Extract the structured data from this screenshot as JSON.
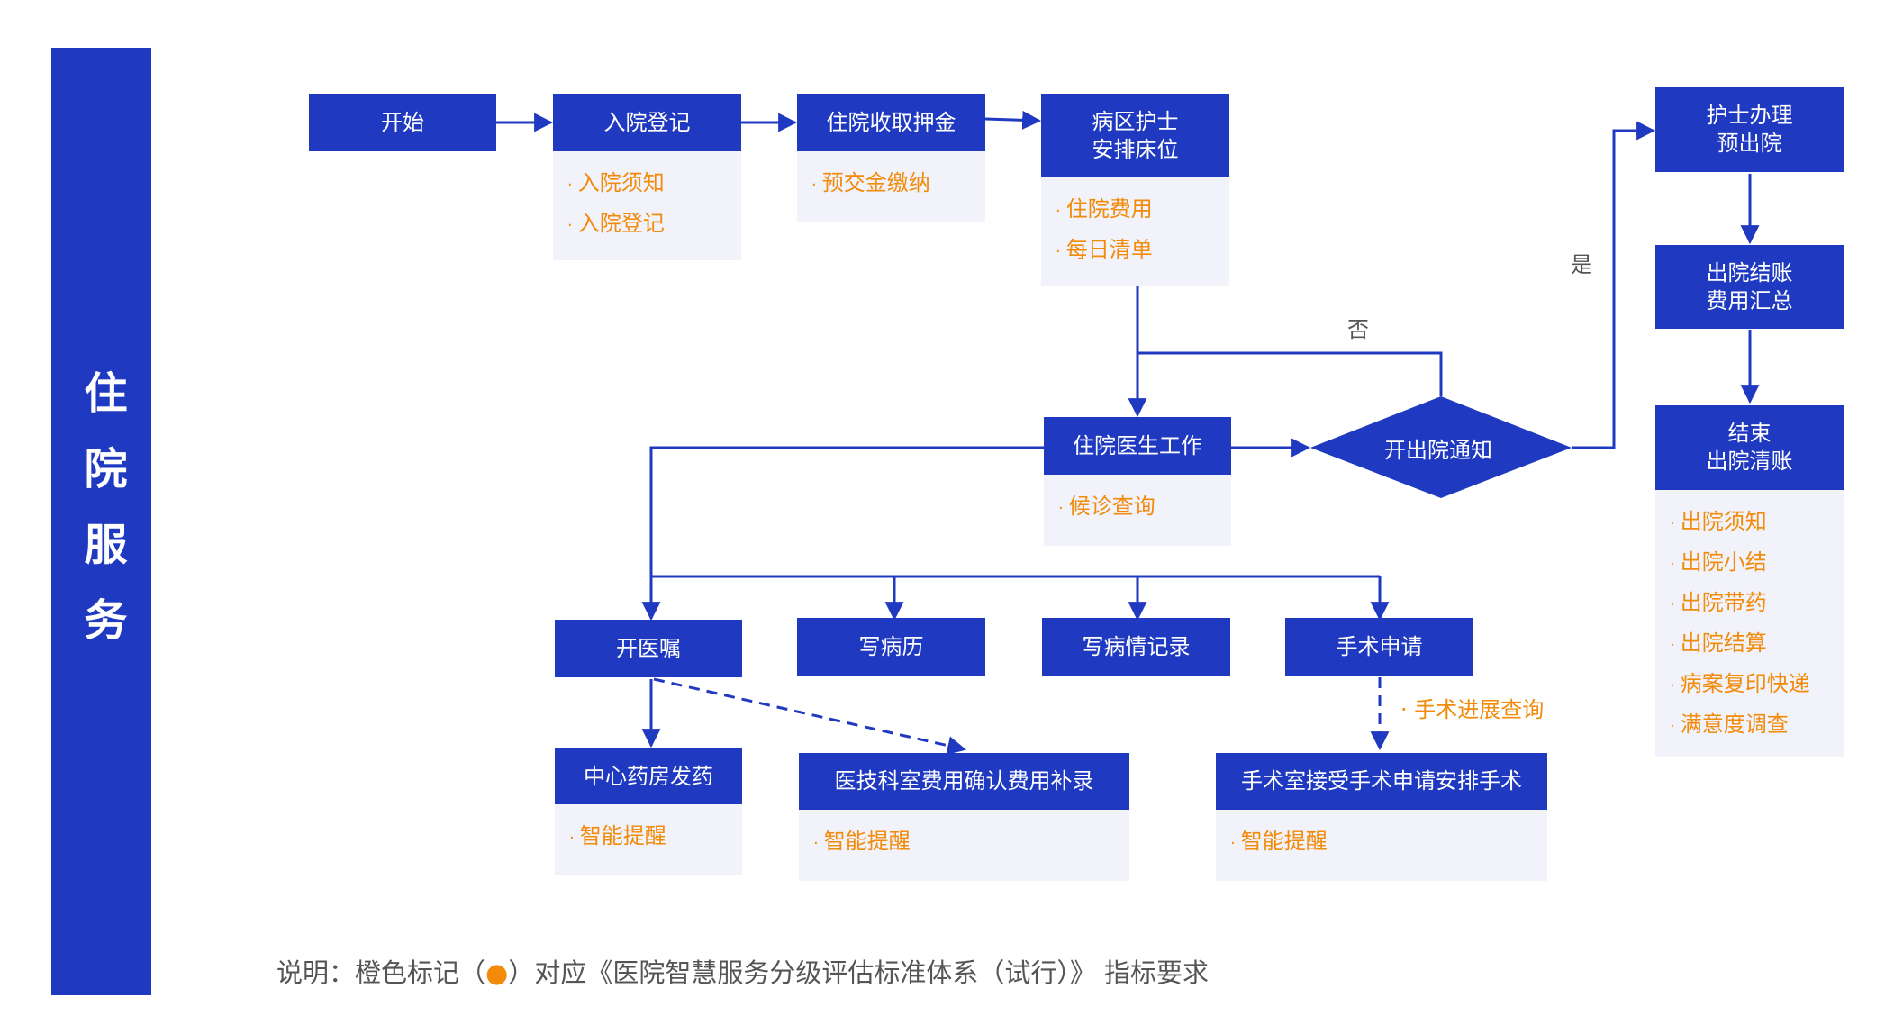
{
  "sidebar": {
    "title": "住院服务"
  },
  "nodes": {
    "start": {
      "label": "开始"
    },
    "admission": {
      "label": "入院登记",
      "items": [
        "入院须知",
        "入院登记"
      ]
    },
    "deposit": {
      "label": "住院收取押金",
      "items": [
        "预交金缴纳"
      ]
    },
    "ward_nurse": {
      "label": "病区护士\n安排床位",
      "items": [
        "住院费用",
        "每日清单"
      ]
    },
    "doctor_work": {
      "label": "住院医生工作",
      "items": [
        "候诊查询"
      ]
    },
    "discharge_notice": {
      "label": "开出院通知"
    },
    "nurse_pre_discharge": {
      "label": "护士办理\n预出院"
    },
    "discharge_settlement": {
      "label": "出院结账\n费用汇总"
    },
    "end": {
      "label": "结束\n出院清账",
      "items": [
        "出院须知",
        "出院小结",
        "出院带药",
        "出院结算",
        "病案复印快递",
        "满意度调查"
      ]
    },
    "prescribe": {
      "label": "开医嘱"
    },
    "medical_record": {
      "label": "写病历"
    },
    "condition_record": {
      "label": "写病情记录"
    },
    "surgery_request": {
      "label": "手术申请"
    },
    "pharmacy": {
      "label": "中心药房发药",
      "items": [
        "智能提醒"
      ]
    },
    "tech_dept": {
      "label": "医技科室费用确认费用补录",
      "items": [
        "智能提醒"
      ]
    },
    "operating_room": {
      "label": "手术室接受手术申请安排手术",
      "items": [
        "智能提醒"
      ]
    }
  },
  "edge_labels": {
    "yes": "是",
    "no": "否",
    "surgery_progress": "手术进展查询"
  },
  "bullet": "·",
  "footnote": {
    "prefix": "说明：橙色标记（",
    "dot": "●",
    "suffix": "）对应《医院智慧服务分级评估标准体系（试行）》 指标要求"
  },
  "colors": {
    "primary": "#1f3ac1",
    "accent": "#f28a0a",
    "sub_bg": "#f1f2fa"
  }
}
